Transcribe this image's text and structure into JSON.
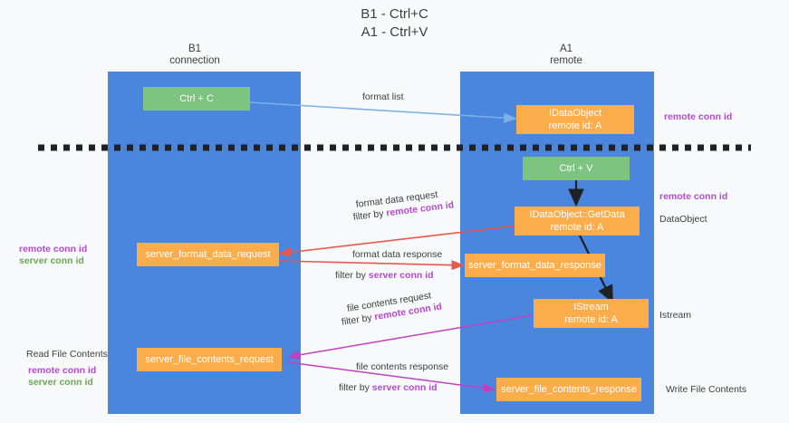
{
  "title": "B1 - Ctrl+C\nA1 - Ctrl+V",
  "columns": [
    {
      "name": "b1",
      "label": "B1\nconnection"
    },
    {
      "name": "a1",
      "label": "A1\nremote"
    }
  ],
  "nodes": [
    {
      "id": "ctrl_c",
      "label": "Ctrl + C",
      "color": "green"
    },
    {
      "id": "idataobject",
      "label": "IDataObject\nremote id: A",
      "color": "orange"
    },
    {
      "id": "ctrl_v",
      "label": "Ctrl + V",
      "color": "green"
    },
    {
      "id": "getdata",
      "label": "IDataObject::GetData\nremote id: A",
      "color": "orange"
    },
    {
      "id": "server_format_data_request",
      "label": "server_format_data_request",
      "color": "orange"
    },
    {
      "id": "server_format_data_response",
      "label": "server_format_data_response",
      "color": "orange"
    },
    {
      "id": "istream",
      "label": "IStream\nremote id: A",
      "color": "orange"
    },
    {
      "id": "server_file_contents_request",
      "label": "server_file_contents_request",
      "color": "orange"
    },
    {
      "id": "server_file_contents_response",
      "label": "server_file_contents_response",
      "color": "orange"
    }
  ],
  "edges": {
    "format_list": "format list",
    "format_data_request": "format data request",
    "format_data_request_filter_prefix": "filter by ",
    "format_data_request_filter_key": "remote conn id",
    "format_data_response": "format data response",
    "format_data_response_filter_prefix": "filter by ",
    "format_data_response_filter_key": "server conn id",
    "file_contents_request": "file contents request",
    "file_contents_request_filter_prefix": "filter by ",
    "file_contents_request_filter_key": "remote conn id",
    "file_contents_response": "file contents response",
    "file_contents_response_filter_prefix": "filter by ",
    "file_contents_response_filter_key": "server conn id"
  },
  "annotations": {
    "right_remote_conn_id_top": "remote conn id",
    "right_remote_conn_id_mid": "remote conn id",
    "right_dataobject": "DataObject",
    "right_istream": "Istream",
    "right_write_file_contents": "Write File Contents",
    "left_remote_conn_id_mid": "remote conn id",
    "left_server_conn_id_mid": "server conn id",
    "left_read_file_contents": "Read File Contents",
    "left_remote_conn_id_bottom": "remote conn id",
    "left_server_conn_id_bottom": "server conn id"
  },
  "colors": {
    "lane": "#4a86de",
    "node_green": "#7cc47f",
    "node_orange": "#fbad4b",
    "remote_key": "#b44ad0",
    "server_key": "#6aa84f",
    "arrow_blue": "#7bb1e8",
    "arrow_red": "#e8584f",
    "arrow_magenta": "#c23fc2",
    "arrow_black": "#202124",
    "divider": "#202124",
    "background": "#f8f9fa"
  }
}
